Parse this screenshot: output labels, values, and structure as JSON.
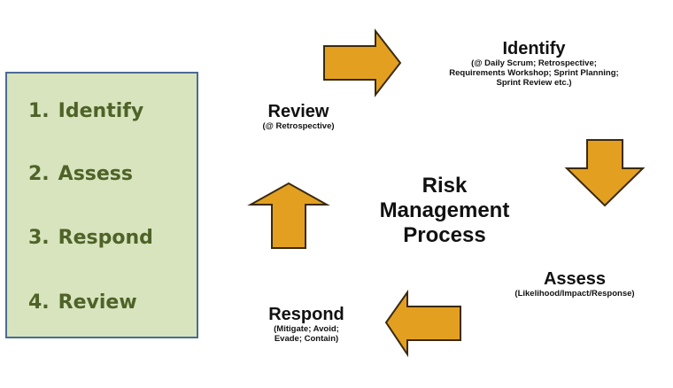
{
  "steps": [
    {
      "num": "1.",
      "label": "Identify"
    },
    {
      "num": "2.",
      "label": "Assess"
    },
    {
      "num": "3.",
      "label": "Respond"
    },
    {
      "num": "4.",
      "label": "Review"
    }
  ],
  "center": {
    "line1": "Risk",
    "line2": "Management",
    "line3": "Process"
  },
  "identify": {
    "title": "Identify",
    "sub1": "(@ Daily Scrum; Retrospective;",
    "sub2": "Requirements Workshop; Sprint Planning;",
    "sub3": "Sprint Review etc.)"
  },
  "assess": {
    "title": "Assess",
    "sub1": "(Likelihood/Impact/Response)"
  },
  "respond": {
    "title": "Respond",
    "sub1": "(Mitigate; Avoid;",
    "sub2": "Evade; Contain)"
  },
  "review": {
    "title": "Review",
    "sub1": "(@ Retrospective)"
  },
  "colors": {
    "box_fill": "#d7e4bd",
    "box_border": "#4a6c94",
    "step_text": "#4f6228",
    "arrow": "#e3a020",
    "arrow_outline": "#3a2a10"
  }
}
